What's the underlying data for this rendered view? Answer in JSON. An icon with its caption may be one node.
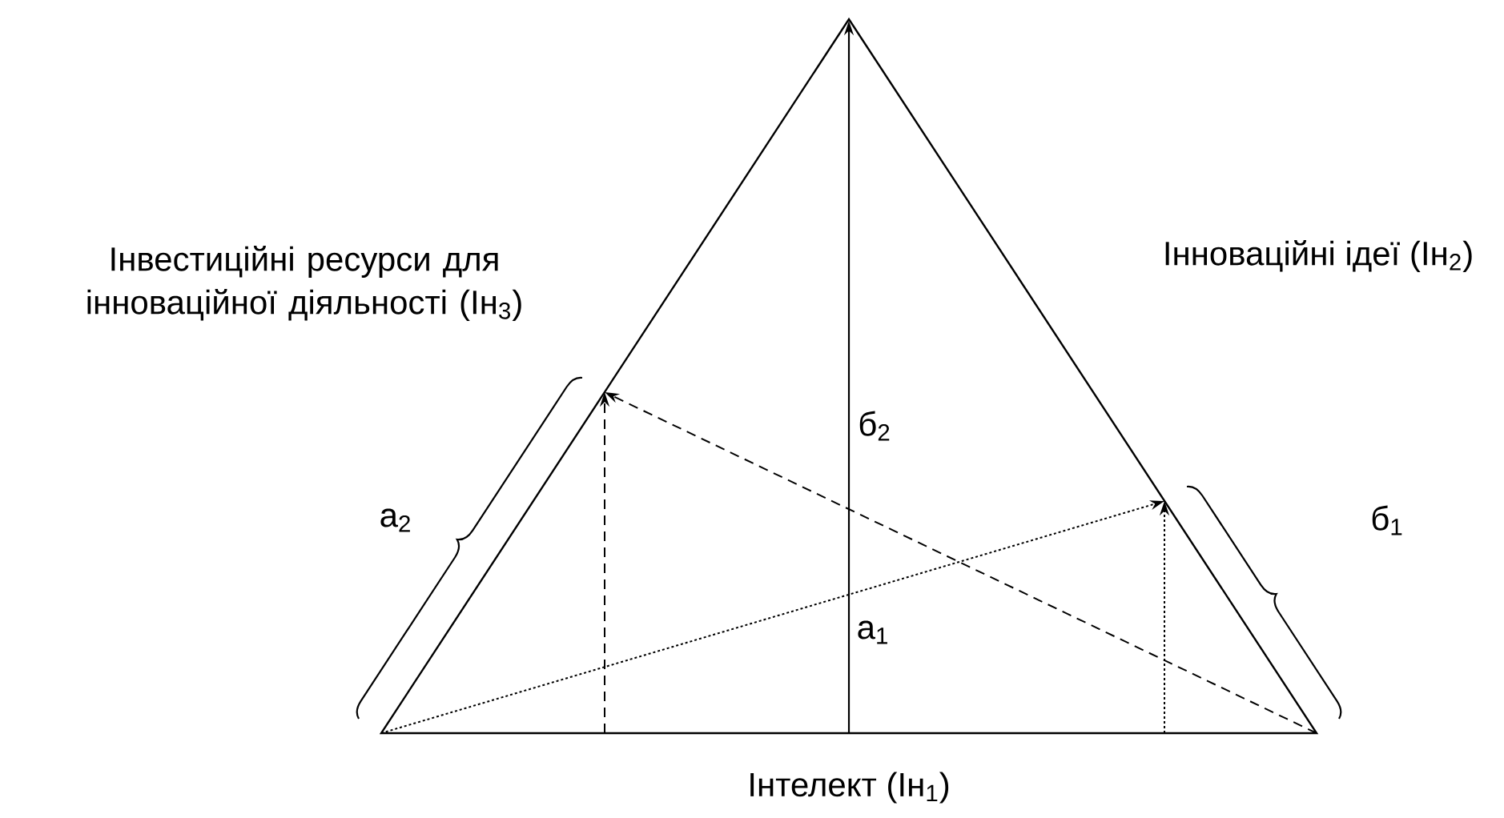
{
  "diagram": {
    "labels": [
      "Інвестиційні ресурси для інноваційної діяльності (Ін$_{3}$)",
      "Інноваційні ідеї (Ін$_{2}$)",
      "б$_{2}$",
      "а$_{2}$",
      "б$_{1}$",
      "а$_{1}$",
      "Інтелект (Ін$_{1}$)"
    ]
  }
}
